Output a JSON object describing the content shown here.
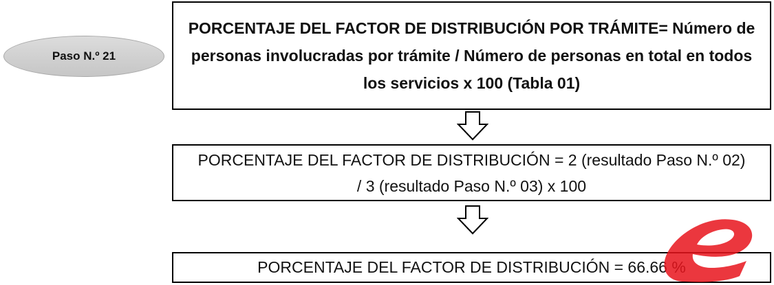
{
  "step": {
    "label": "Paso N.º 21"
  },
  "formula_box": {
    "text": "PORCENTAJE DEL FACTOR DE DISTRIBUCIÓN POR TRÁMITE= Número de personas involucradas por trámite / Número de personas en total en todos los servicios x 100 (Tabla 01)"
  },
  "calculation_box": {
    "text": "PORCENTAJE DEL FACTOR DE DISTRIBUCIÓN = 2 (resultado Paso N.º 02) / 3 (resultado Paso N.º 03) x 100"
  },
  "result_box": {
    "text": "PORCENTAJE DEL FACTOR DE DISTRIBUCIÓN = 66.66 %"
  },
  "colors": {
    "watermark": "#e8141c",
    "oval_fill": "#d3d3d3"
  },
  "icons": [
    "arrow-down-icon",
    "watermark-logo"
  ]
}
